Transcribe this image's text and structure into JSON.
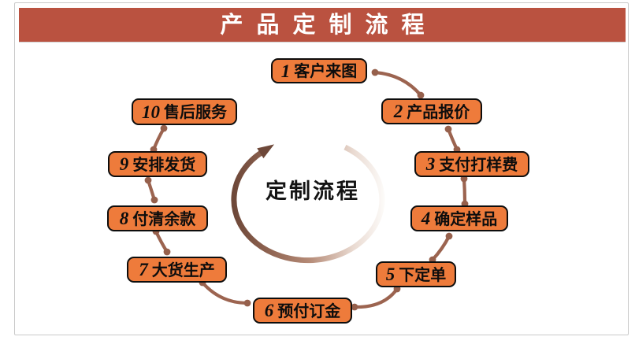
{
  "header": {
    "title": "产品定制流程"
  },
  "center": {
    "label": "定制流程"
  },
  "steps": [
    {
      "num": "1",
      "label": "客户来图"
    },
    {
      "num": "2",
      "label": "产品报价"
    },
    {
      "num": "3",
      "label": "支付打样费"
    },
    {
      "num": "4",
      "label": "确定样品"
    },
    {
      "num": "5",
      "label": "下定单"
    },
    {
      "num": "6",
      "label": "预付订金"
    },
    {
      "num": "7",
      "label": "大货生产"
    },
    {
      "num": "8",
      "label": "付清余款"
    },
    {
      "num": "9",
      "label": "安排发货"
    },
    {
      "num": "10",
      "label": "售后服务"
    }
  ],
  "colors": {
    "banner_red": "#BA5240",
    "box_orange": "#EE7B3B",
    "box_border": "#0d0d0d",
    "connector_brown": "#9C6450",
    "ring_dark": "#6E4839",
    "frame_gray": "#c9c9c9"
  }
}
